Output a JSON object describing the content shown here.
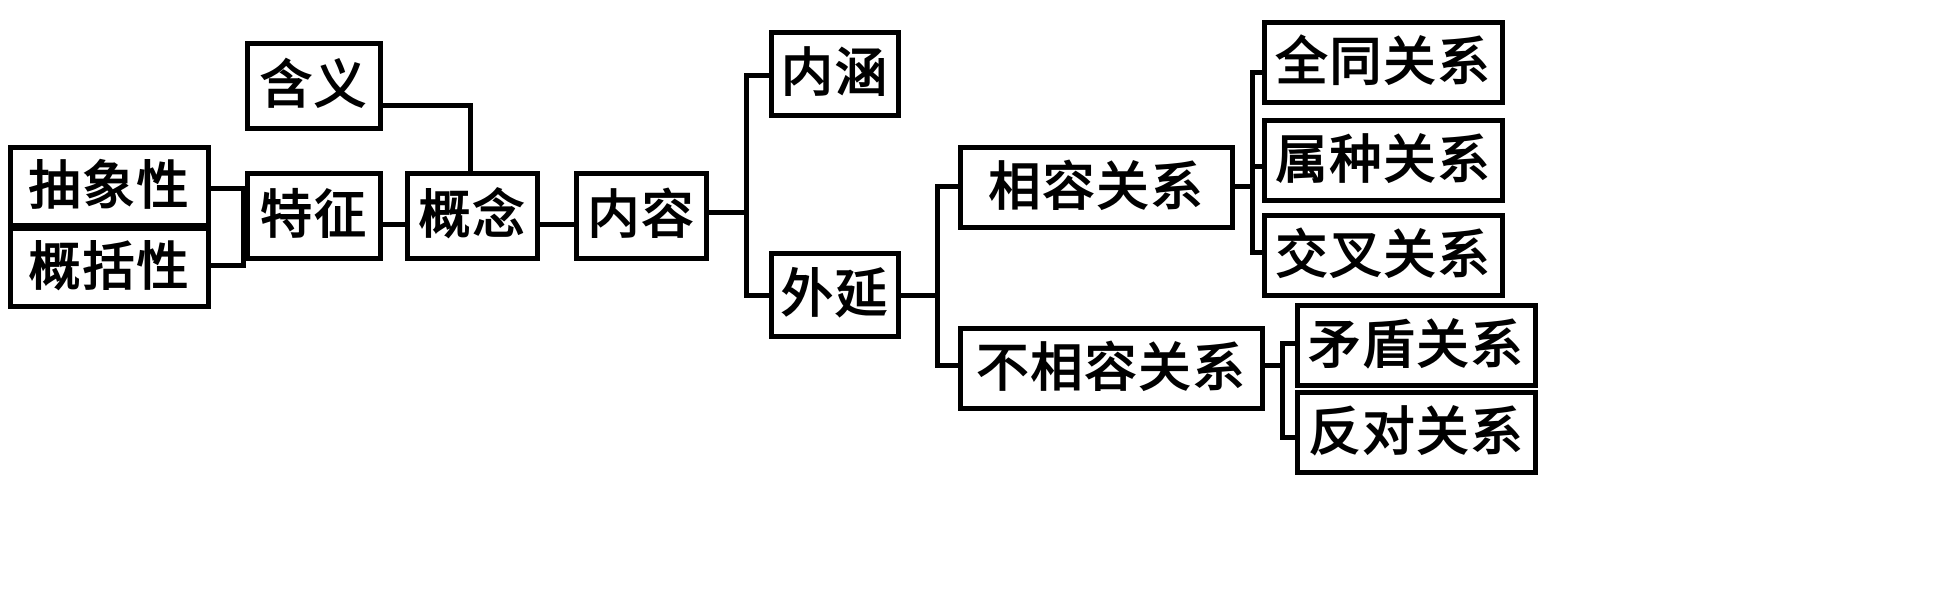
{
  "diagram": {
    "title": "概念",
    "type": "hierarchical-tree",
    "orientation": "left-to-right",
    "stroke_color": "#000000",
    "fill_color": "#ffffff",
    "text_color": "#000000",
    "nodes": {
      "abstractness": "抽象性",
      "generality": "概括性",
      "features": "特征",
      "meaning": "含义",
      "concept": "概念",
      "content": "内容",
      "intension": "内涵",
      "extension": "外延",
      "compatible": "相容关系",
      "incompatible": "不相容关系",
      "identity": "全同关系",
      "genus_species": "属种关系",
      "intersect": "交叉关系",
      "contradictory": "矛盾关系",
      "contrary": "反对关系"
    },
    "edges": [
      {
        "from": "abstractness",
        "to": "features"
      },
      {
        "from": "generality",
        "to": "features"
      },
      {
        "from": "meaning",
        "to": "concept"
      },
      {
        "from": "features",
        "to": "concept"
      },
      {
        "from": "concept",
        "to": "content"
      },
      {
        "from": "content",
        "to": "intension"
      },
      {
        "from": "content",
        "to": "extension"
      },
      {
        "from": "extension",
        "to": "compatible"
      },
      {
        "from": "extension",
        "to": "incompatible"
      },
      {
        "from": "compatible",
        "to": "identity"
      },
      {
        "from": "compatible",
        "to": "genus_species"
      },
      {
        "from": "compatible",
        "to": "intersect"
      },
      {
        "from": "incompatible",
        "to": "contradictory"
      },
      {
        "from": "incompatible",
        "to": "contrary"
      }
    ]
  }
}
